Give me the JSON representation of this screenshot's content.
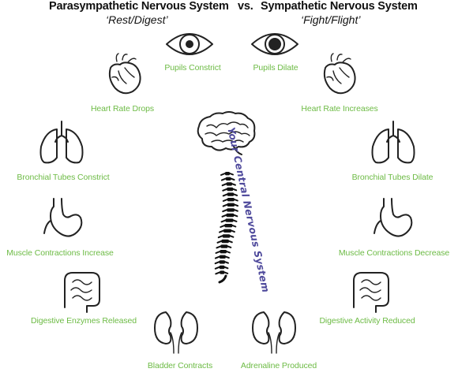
{
  "header": {
    "title_left": "Parasympathetic Nervous System",
    "vs": "vs.",
    "title_right": "Sympathetic Nervous System",
    "subtitle_left": "‘Rest/Digest’",
    "subtitle_right": "‘Fight/Flight’"
  },
  "center": {
    "label": "Your Central Nervous System"
  },
  "parasympathetic": [
    {
      "label": "Pupils Constrict",
      "icon": "eye-icon"
    },
    {
      "label": "Heart Rate Drops",
      "icon": "heart-icon"
    },
    {
      "label": "Bronchial Tubes Constrict",
      "icon": "lungs-icon"
    },
    {
      "label": "Muscle Contractions Increase",
      "icon": "stomach-icon"
    },
    {
      "label": "Digestive Enzymes Released",
      "icon": "intestines-icon"
    },
    {
      "label": "Bladder Contracts",
      "icon": "kidneys-icon"
    }
  ],
  "sympathetic": [
    {
      "label": "Pupils Dilate",
      "icon": "eye-icon"
    },
    {
      "label": "Heart Rate Increases",
      "icon": "heart-icon"
    },
    {
      "label": "Bronchial Tubes Dilate",
      "icon": "lungs-icon"
    },
    {
      "label": "Muscle Contractions Decrease",
      "icon": "stomach-icon"
    },
    {
      "label": "Digestive Activity Reduced",
      "icon": "intestines-icon"
    },
    {
      "label": "Adrenaline Produced",
      "icon": "kidneys-icon"
    }
  ],
  "colors": {
    "label_green": "#6dbb45",
    "cns_purple": "#4f4a9c",
    "icon_stroke": "#222222"
  }
}
